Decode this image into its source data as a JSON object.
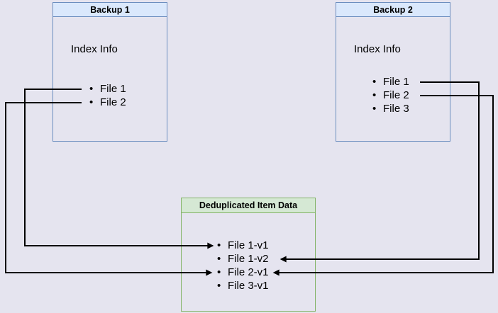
{
  "diagram": {
    "backup1": {
      "title": "Backup 1",
      "subtitle": "Index Info",
      "items": [
        "File 1",
        "File 2"
      ]
    },
    "backup2": {
      "title": "Backup 2",
      "subtitle": "Index Info",
      "items": [
        "File 1",
        "File 2",
        "File 3"
      ]
    },
    "dedup": {
      "title": "Deduplicated Item Data",
      "items": [
        "File 1-v1",
        "File 1-v2",
        "File 2-v1",
        "File 3-v1"
      ]
    },
    "connections": [
      {
        "from": "Backup 1 / File 1",
        "to": "Deduplicated Item Data / File 1-v1",
        "side": "left"
      },
      {
        "from": "Backup 1 / File 2",
        "to": "Deduplicated Item Data / File 2-v1",
        "side": "left"
      },
      {
        "from": "Backup 2 / File 1",
        "to": "Deduplicated Item Data / File 1-v2",
        "side": "right"
      },
      {
        "from": "Backup 2 / File 2",
        "to": "Deduplicated Item Data / File 2-v1",
        "side": "right"
      }
    ],
    "colors": {
      "background": "#E5E4EF",
      "blue_fill": "#DAE8FC",
      "blue_border": "#6C8EBF",
      "green_fill": "#D5E8D4",
      "green_border": "#82B366",
      "arrow": "#000000",
      "text": "#000000"
    }
  }
}
